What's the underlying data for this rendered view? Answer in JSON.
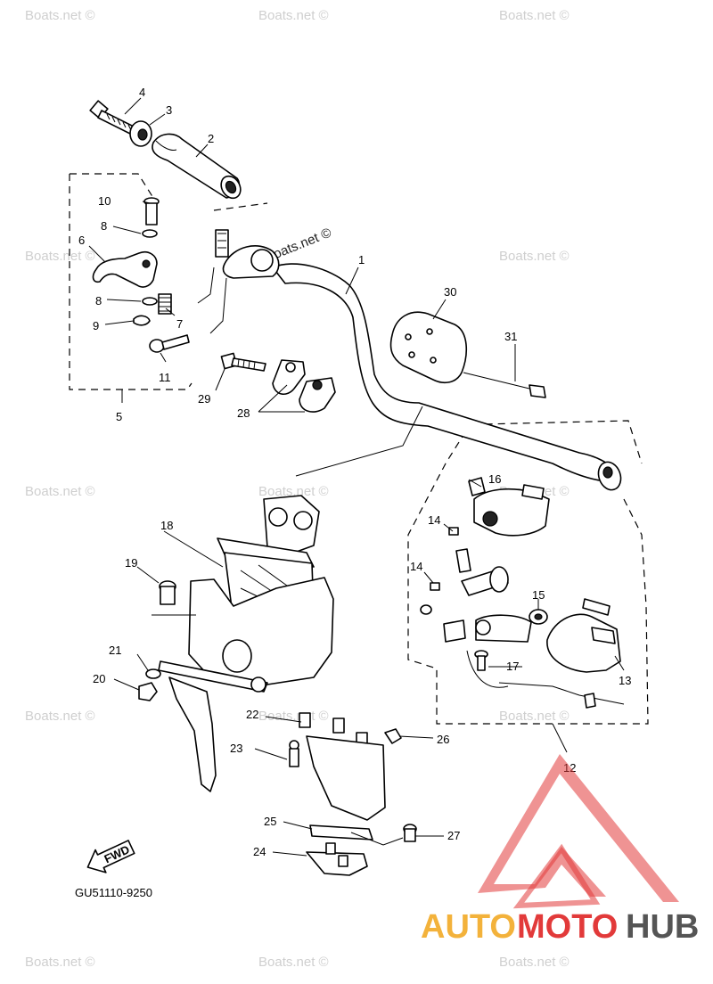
{
  "watermark": {
    "text": "Boats.net ©",
    "inline_text": "Boats.net ©"
  },
  "diagram_code": "GU51110-9250",
  "fwd_label": "FWD",
  "callouts": {
    "p1": "1",
    "p2": "2",
    "p3": "3",
    "p4": "4",
    "p5": "5",
    "p6": "6",
    "p7": "7",
    "p8a": "8",
    "p8b": "8",
    "p9": "9",
    "p10": "10",
    "p11": "11",
    "p12": "12",
    "p13": "13",
    "p14a": "14",
    "p14b": "14",
    "p15": "15",
    "p16": "16",
    "p17": "17",
    "p18": "18",
    "p19": "19",
    "p20": "20",
    "p21": "21",
    "p22": "22",
    "p23": "23",
    "p24": "24",
    "p25": "25",
    "p26": "26",
    "p27": "27",
    "p28": "28",
    "p29": "29",
    "p30": "30",
    "p31": "31"
  },
  "brand": {
    "auto": "AUTO",
    "moto": "MOTO",
    "hub": "HUB",
    "colors": {
      "auto": "#f3b23b",
      "moto": "#e23a3a",
      "hub": "#555555",
      "logo": "#e23a3a"
    }
  }
}
